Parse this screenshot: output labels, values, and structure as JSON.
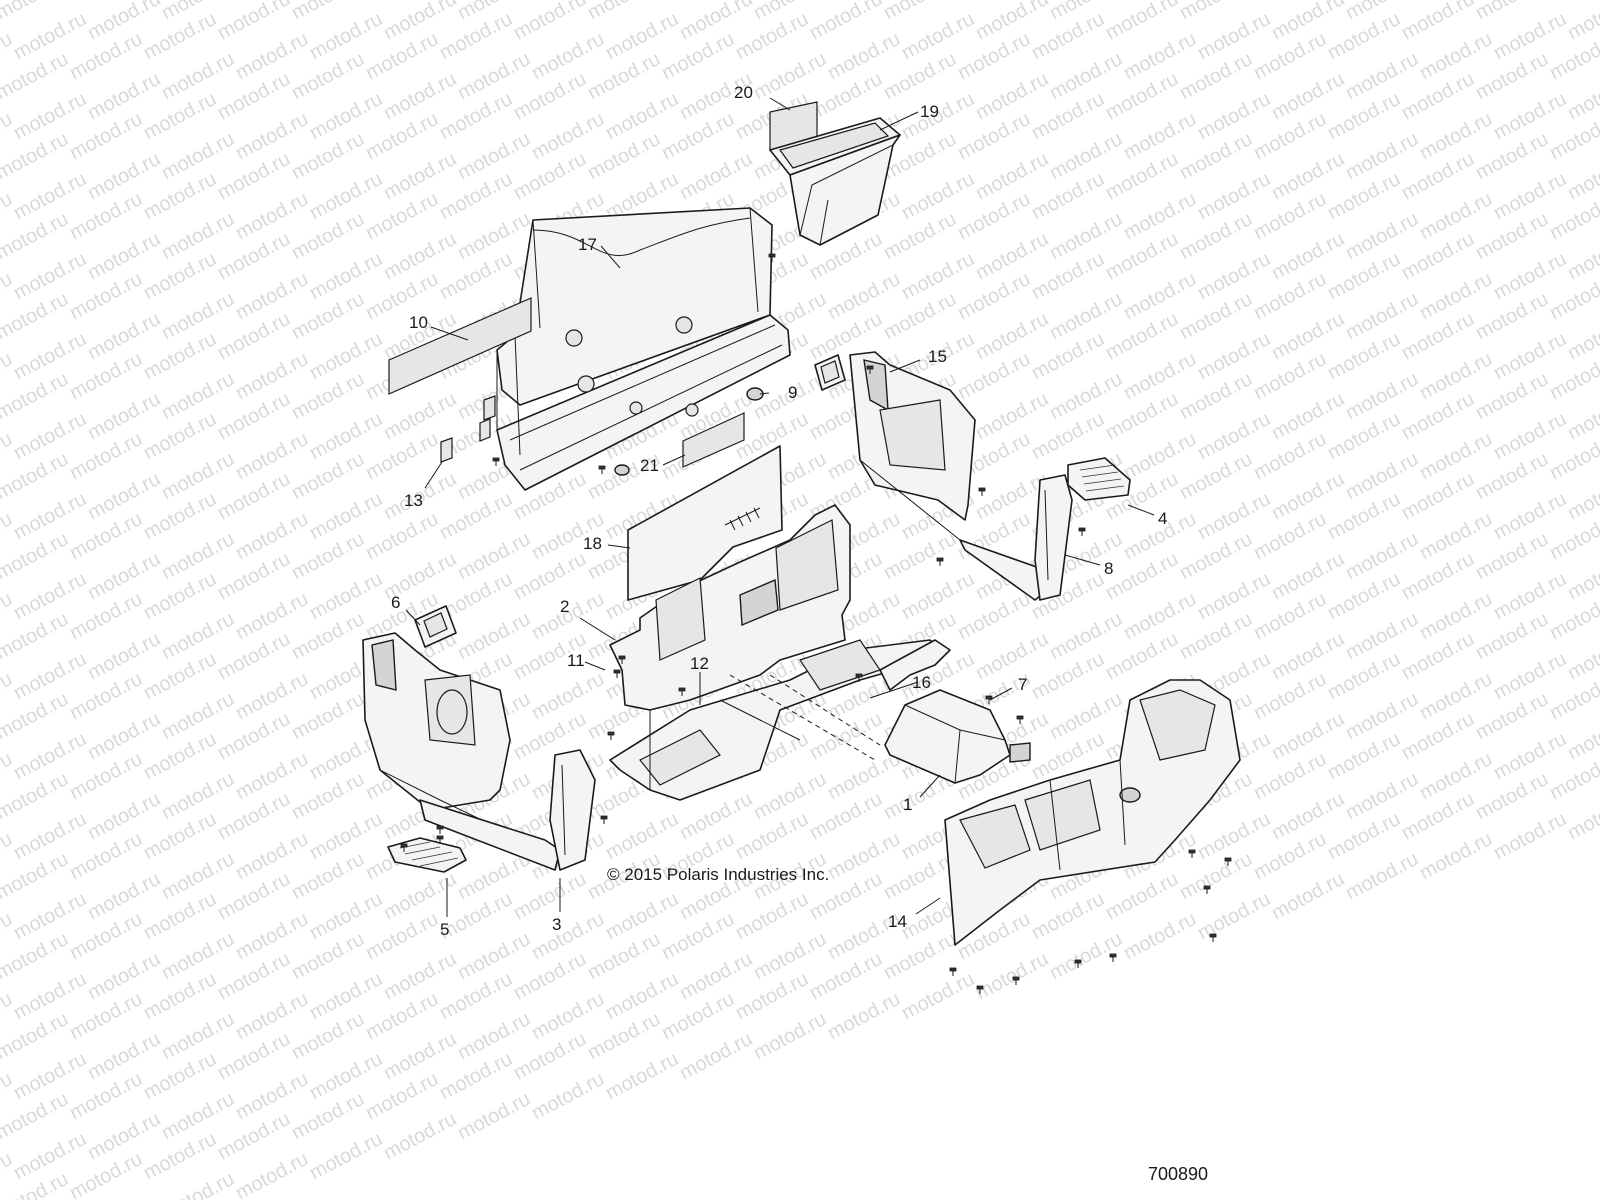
{
  "watermark_text": "motod.ru",
  "copyright": "© 2015 Polaris Industries Inc.",
  "drawing_number": "700890",
  "callouts": {
    "c1": "1",
    "c2": "2",
    "c3": "3",
    "c4": "4",
    "c5": "5",
    "c6": "6",
    "c7": "7",
    "c8": "8",
    "c9": "9",
    "c10": "10",
    "c11": "11",
    "c12": "12",
    "c13": "13",
    "c14": "14",
    "c15": "15",
    "c16": "16",
    "c17": "17",
    "c18": "18",
    "c19": "19",
    "c20": "20",
    "c21": "21"
  }
}
